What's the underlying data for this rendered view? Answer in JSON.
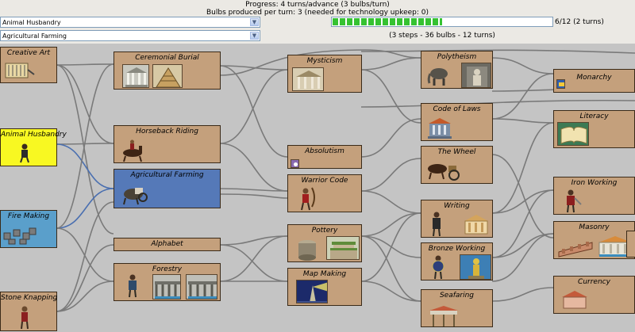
{
  "status": {
    "progress": "Progress: 4 turns/advance (3 bulbs/turn)",
    "bulbs": "Bulbs produced per turn: 3 (needed for technology upkeep: 0)"
  },
  "research": {
    "current": "Animal Husbandry",
    "goal": "Agricultural Farming",
    "progress_text": "6/12 (2 turns)",
    "progress_fraction": 0.5,
    "steps_text": "(3 steps - 36 bulbs - 12 turns)"
  },
  "techs": {
    "creative_art": "Creative Art",
    "animal_husbandry": "Animal Husbandry",
    "fire_making": "Fire Making",
    "stone_knapping": "Stone Knapping",
    "ceremonial_burial": "Ceremonial Burial",
    "horseback_riding": "Horseback Riding",
    "agricultural_farming": "Agricultural Farming",
    "alphabet": "Alphabet",
    "forestry": "Forestry",
    "mysticism": "Mysticism",
    "absolutism": "Absolutism",
    "warrior_code": "Warrior Code",
    "pottery": "Pottery",
    "map_making": "Map Making",
    "polytheism": "Polytheism",
    "code_of_laws": "Code of Laws",
    "the_wheel": "The Wheel",
    "writing": "Writing",
    "bronze_working": "Bronze Working",
    "seafaring": "Seafaring",
    "monarchy": "Monarchy",
    "literacy": "Literacy",
    "iron_working": "Iron Working",
    "masonry": "Masonry",
    "currency": "Currency"
  },
  "colors": {
    "researching": "#f8f822",
    "known": "#5a9fcb",
    "goal": "#5579b8",
    "unknown": "#c4a07c",
    "link": "#7a7a7a",
    "goal_link": "#4a6fb0",
    "progress": "#35c231"
  },
  "icons": {
    "dropdown": "chevron-down-icon"
  }
}
